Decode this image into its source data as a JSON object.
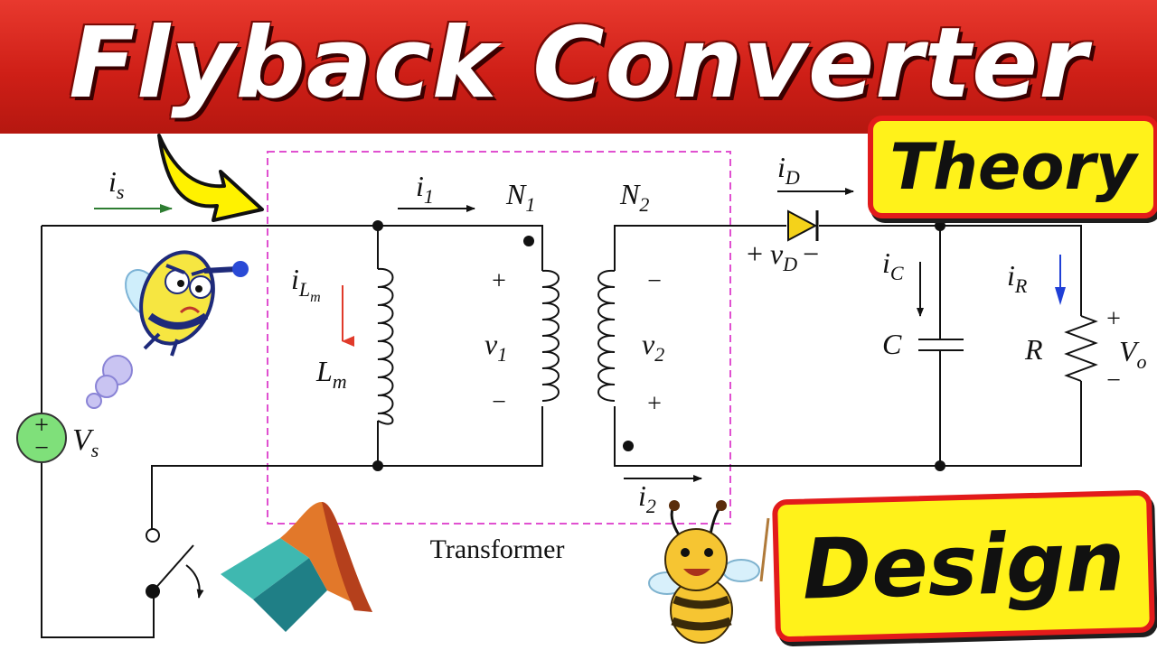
{
  "banner": {
    "title": "Flyback Converter"
  },
  "badges": {
    "theory": "Theory",
    "design": "Design"
  },
  "diagram": {
    "transformer_label": "Transformer",
    "source": {
      "symbol": "V",
      "sub": "s",
      "plus": "+",
      "minus": "−"
    },
    "currents": {
      "is": {
        "main": "i",
        "sub": "s"
      },
      "i1": {
        "main": "i",
        "sub": "1"
      },
      "i2": {
        "main": "i",
        "sub": "2"
      },
      "iLm": {
        "main": "i",
        "sub": "L",
        "subsub": "m"
      },
      "iD": {
        "main": "i",
        "sub": "D"
      },
      "iC": {
        "main": "i",
        "sub": "C"
      },
      "iR": {
        "main": "i",
        "sub": "R"
      }
    },
    "windings": {
      "n1": {
        "main": "N",
        "sub": "1"
      },
      "n2": {
        "main": "N",
        "sub": "2"
      },
      "lm": {
        "main": "L",
        "sub": "m"
      },
      "v1": {
        "main": "v",
        "sub": "1",
        "plus": "+",
        "minus": "−"
      },
      "v2": {
        "main": "v",
        "sub": "2",
        "plus": "+",
        "minus": "−"
      }
    },
    "diode": {
      "plus": "+",
      "main": "v",
      "sub": "D",
      "minus": "−"
    },
    "capacitor": {
      "label": "C"
    },
    "resistor": {
      "label": "R"
    },
    "output": {
      "main": "V",
      "sub": "o",
      "plus": "+",
      "minus": "−"
    }
  },
  "colors": {
    "banner_red": "#d8231b",
    "badge_yellow": "#fff21a",
    "badge_border": "#e21b1b",
    "transformer_box": "#e050d0",
    "is_arrow": "#2e7d32",
    "iLm_arrow": "#e03a2a",
    "iR_arrow": "#1f3fd6",
    "diode_fill": "#f4d21a",
    "source_fill": "#7fe07a"
  }
}
